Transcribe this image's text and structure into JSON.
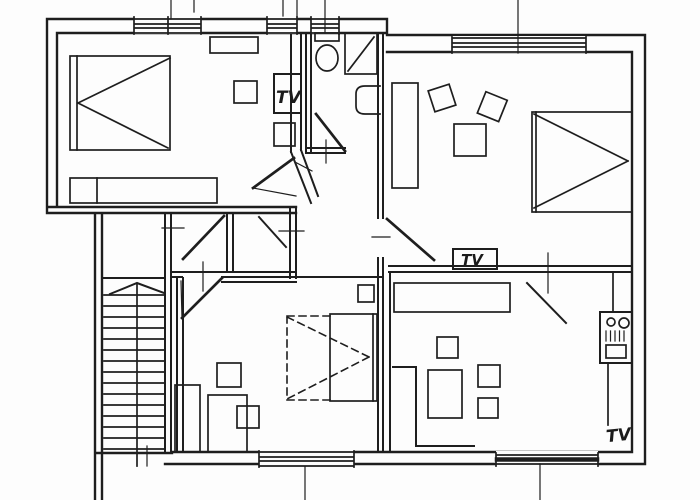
{
  "labels": {
    "tv_bedroom_left": "TV",
    "tv_room_right": "TV",
    "tv_lounge": "TV"
  },
  "colors": {
    "ink": "#1e1e1e",
    "paper": "#fdfdfd"
  },
  "icons": [
    "double-bed-icon",
    "single-bed-icon",
    "fold-out-bed-icon",
    "toilet-icon",
    "shower-icon",
    "wash-basin-icon",
    "staircase-icon",
    "stair-direction-arrow-icon",
    "stove-kitchenette-icon",
    "wardrobe-icon",
    "table-icon",
    "chair-icon",
    "door-swing-icon",
    "window-icon",
    "tv-set-icon"
  ]
}
